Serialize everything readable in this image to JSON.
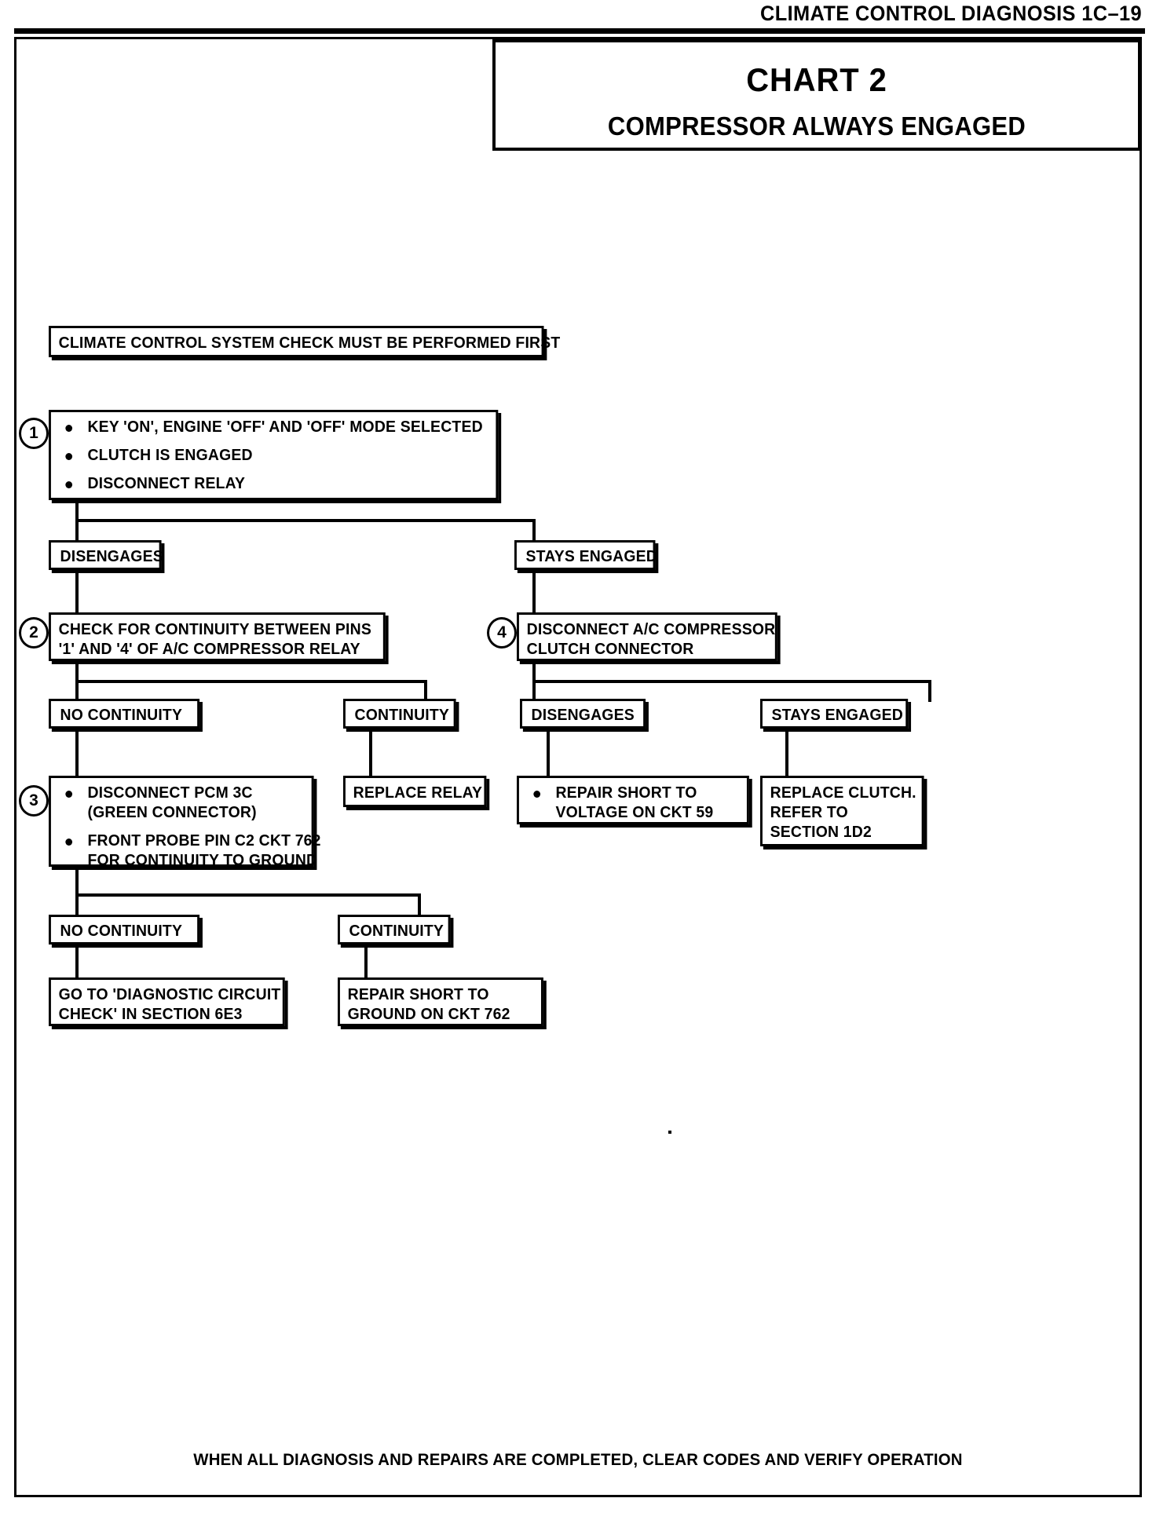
{
  "header": {
    "title": "CLIMATE CONTROL DIAGNOSIS  1C–19"
  },
  "title_block": {
    "chart_number": "CHART 2",
    "chart_subtitle": "COMPRESSOR ALWAYS ENGAGED"
  },
  "footer": {
    "note": "WHEN ALL DIAGNOSIS AND REPAIRS ARE COMPLETED, CLEAR CODES AND VERIFY OPERATION"
  },
  "preamble": {
    "text": "CLIMATE CONTROL SYSTEM CHECK MUST BE PERFORMED FIRST"
  },
  "steps": {
    "one": {
      "number": "1",
      "bullets": [
        [
          "KEY 'ON', ENGINE 'OFF' AND 'OFF' MODE SELECTED"
        ],
        [
          "CLUTCH IS ENGAGED"
        ],
        [
          "DISCONNECT RELAY"
        ]
      ]
    },
    "two": {
      "number": "2",
      "lines": [
        "CHECK FOR CONTINUITY BETWEEN PINS",
        "'1' AND '4' OF A/C COMPRESSOR RELAY"
      ]
    },
    "three": {
      "number": "3",
      "bullets": [
        [
          "DISCONNECT PCM 3C",
          "(GREEN CONNECTOR)"
        ],
        [
          "FRONT PROBE PIN C2 CKT 762",
          "FOR CONTINUITY TO GROUND"
        ]
      ]
    },
    "four": {
      "number": "4",
      "lines": [
        "DISCONNECT A/C COMPRESSOR",
        "CLUTCH CONNECTOR"
      ]
    }
  },
  "branch_labels": {
    "disengages_1": "DISENGAGES",
    "stays_engaged_1": "STAYS ENGAGED",
    "no_continuity_2": "NO CONTINUITY",
    "continuity_2": "CONTINUITY",
    "disengages_4": "DISENGAGES",
    "stays_engaged_4": "STAYS ENGAGED",
    "no_continuity_3": "NO CONTINUITY",
    "continuity_3": "CONTINUITY"
  },
  "results": {
    "replace_relay": {
      "lines": [
        "REPLACE RELAY"
      ]
    },
    "repair_short_voltage": {
      "lines": [
        "REPAIR SHORT TO",
        "VOLTAGE ON CKT 59"
      ]
    },
    "replace_clutch": {
      "lines": [
        "REPLACE CLUTCH.",
        "REFER TO",
        "SECTION 1D2"
      ]
    },
    "go_to_diagnostic": {
      "lines": [
        "GO TO 'DIAGNOSTIC CIRCUIT",
        "CHECK' IN SECTION 6E3"
      ]
    },
    "repair_short_ground": {
      "lines": [
        "REPAIR SHORT TO",
        "GROUND ON CKT 762"
      ]
    }
  }
}
